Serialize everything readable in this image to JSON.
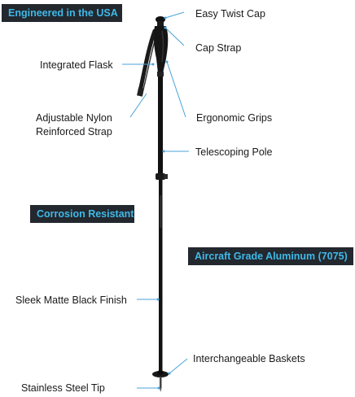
{
  "banners": {
    "engineered": "Engineered in the USA",
    "corrosion": "Corrosion Resistant",
    "aluminum": "Aircraft Grade Aluminum (7075)"
  },
  "labels": {
    "twist_cap": "Easy Twist Cap",
    "cap_strap": "Cap Strap",
    "integrated_flask": "Integrated Flask",
    "strap_line1": "Adjustable Nylon",
    "strap_line2": "Reinforced Strap",
    "grips": "Ergonomic Grips",
    "telescoping": "Telescoping Pole",
    "finish": "Sleek Matte Black Finish",
    "baskets": "Interchangeable Baskets",
    "tip": "Stainless Steel Tip"
  },
  "colors": {
    "banner_bg": "#23272e",
    "banner_text": "#3fb9e8",
    "leader": "#4aa3d8",
    "pole": "#111111"
  }
}
